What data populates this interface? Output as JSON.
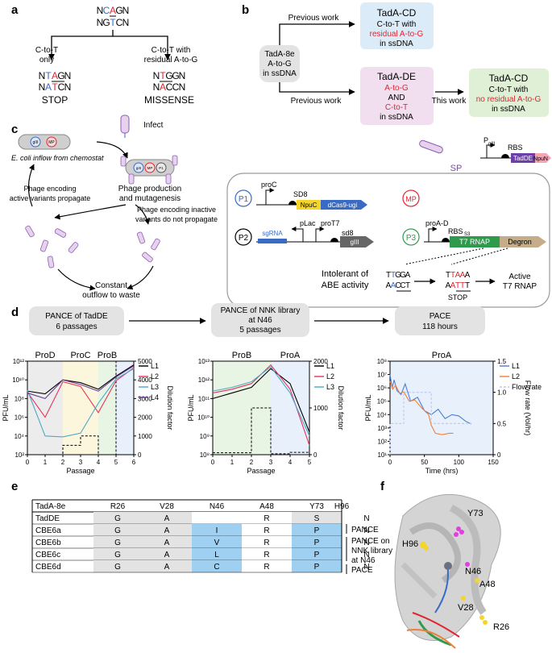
{
  "panels": {
    "a": {
      "letter": "a",
      "top_seq1": [
        "N",
        "C",
        "A",
        "G",
        "N"
      ],
      "top_seq2": [
        "N",
        "G",
        "T",
        "C",
        "N"
      ],
      "left_arrow_label": [
        "C-to-T",
        "only"
      ],
      "right_arrow_label": [
        "C-to-T with",
        "residual A-to-G"
      ],
      "left_seq1": [
        "N",
        "T",
        "A",
        "G",
        "N"
      ],
      "left_seq2": [
        "N",
        "A",
        "T",
        "C",
        "N"
      ],
      "right_seq1": [
        "N",
        "T",
        "G",
        "G",
        "N"
      ],
      "right_seq2": [
        "N",
        "A",
        "C",
        "C",
        "N"
      ],
      "left_outcome": "STOP",
      "right_outcome": "MISSENSE"
    },
    "b": {
      "letter": "b",
      "start_box": [
        "TadA-8e",
        "A-to-G",
        "in ssDNA"
      ],
      "arrow_top_label": "Previous work",
      "arrow_bottom_label": "Previous work",
      "arrow_right_label": "This work",
      "box_cd_top": {
        "title": "TadA-CD",
        "line1": "C-to-T with",
        "line2": "residual A-to-G",
        "line3": "in ssDNA"
      },
      "box_de": {
        "title": "TadA-DE",
        "line1": "A-to-G",
        "line2": "AND",
        "line3": "C-to-T",
        "line4": "in ssDNA"
      },
      "box_cd_new": {
        "title": "TadA-CD",
        "line1": "C-to-T with",
        "line2": "no residual A-to-G",
        "line3": "in ssDNA"
      }
    },
    "c": {
      "letter": "c",
      "infect": "Infect",
      "ecoli_inflow": "E. coli inflow from chemostat",
      "phage_production": [
        "Phage production",
        "and mutagenesis"
      ],
      "active_variants": [
        "Phage encoding",
        "active variants propagate"
      ],
      "inactive_variants": [
        "Phage encoding inactive",
        "variants do not propagate"
      ],
      "outflow": [
        "Constant",
        "outflow to waste"
      ],
      "plasmid_labels": [
        "gIII",
        "MP",
        "P1",
        "P2"
      ],
      "sp_label": "SP",
      "sp_promoter": "P",
      "sp_promoter_sub": "gIII",
      "sp_rbs": "RBS",
      "sp_gene1": "TadDE",
      "sp_gene2": "NpuN",
      "p1": "P1",
      "p1_promoter": "proC",
      "p1_sd": "SD8",
      "p1_gene1": "NpuC",
      "p1_gene2": "dCas9-ugi",
      "mp": "MP",
      "p2": "P2",
      "p2_gene1": "sgRNA",
      "p2_prom1": "pLac",
      "p2_prom2": "proT7",
      "p2_sd": "sd8",
      "p2_gene2": "gIII",
      "p3": "P3",
      "p3_promoter": "proA-D",
      "p3_rbs": "RBS",
      "p3_rbs_sub": "S3",
      "p3_gene1": "T7 RNAP",
      "p3_gene2": "Degron",
      "intolerant": [
        "Intolerant of",
        "ABE activity"
      ],
      "seq_before_top": [
        "T",
        "T",
        "G",
        "G",
        "A"
      ],
      "seq_before_bot": [
        "A",
        "A",
        "C",
        "C",
        "T"
      ],
      "seq_after_top": [
        "T",
        "T",
        "A",
        "A",
        "A"
      ],
      "seq_after_bot": [
        "A",
        "A",
        "T",
        "T",
        "T"
      ],
      "stop": "STOP",
      "active_t7": [
        "Active",
        "T7 RNAP"
      ]
    },
    "d": {
      "letter": "d",
      "step1": [
        "PANCE of TadDE",
        "6 passages"
      ],
      "step2": [
        "PANCE of NNK library",
        "at N46",
        "5 passages"
      ],
      "step3": "PACE",
      "step3_sub": "118 hours"
    },
    "e": {
      "letter": "e",
      "headers": [
        "TadA-8e",
        "R26",
        "V28",
        "N46",
        "A48",
        "Y73",
        "H96"
      ],
      "rows": [
        [
          "TadDE",
          "G",
          "A",
          "",
          "R",
          "S",
          "N"
        ],
        [
          "CBE6a",
          "G",
          "A",
          "I",
          "R",
          "P",
          "N"
        ],
        [
          "CBE6b",
          "G",
          "A",
          "V",
          "R",
          "P",
          "N"
        ],
        [
          "CBE6c",
          "G",
          "A",
          "L",
          "R",
          "P",
          "N"
        ],
        [
          "CBE6d",
          "G",
          "A",
          "C",
          "R",
          "P",
          "N"
        ]
      ],
      "groups": [
        "PANCE",
        "PANCE on",
        "NNK library",
        "at N46",
        "PACE"
      ]
    },
    "f": {
      "letter": "f",
      "residue_labels": [
        "Y73",
        "H96",
        "N46",
        "A48",
        "V28",
        "R26"
      ]
    }
  },
  "chart_data": [
    {
      "type": "line",
      "region_labels": [
        "ProD",
        "ProC",
        "ProB"
      ],
      "x": [
        0,
        1,
        2,
        3,
        4,
        5,
        6
      ],
      "xticks": [
        "0",
        "1",
        "2",
        "3",
        "4",
        "5",
        "6"
      ],
      "xlabel": "Passage",
      "ylabel": "PFU/mL",
      "yscale": "log",
      "ylim_exp": [
        2,
        12
      ],
      "yticks": [
        "10²",
        "10⁴",
        "10⁶",
        "10⁸",
        "10¹⁰",
        "10¹²"
      ],
      "y2label": "Dilution factor",
      "y2lim": [
        0,
        5000
      ],
      "y2ticks": [
        "0",
        "1000",
        "2000",
        "3000",
        "4000",
        "5000"
      ],
      "series": [
        {
          "name": "L1",
          "color": "#000000",
          "log10_values": [
            8.8,
            8.5,
            10.0,
            9.7,
            9.0,
            10.4,
            11.6
          ]
        },
        {
          "name": "L2",
          "color": "#e8335a",
          "log10_values": [
            8.7,
            6.0,
            9.8,
            9.3,
            6.5,
            9.9,
            11.3
          ]
        },
        {
          "name": "L3",
          "color": "#4da8c9",
          "log10_values": [
            8.9,
            4.0,
            3.9,
            4.3,
            7.5,
            10.1,
            11.2
          ]
        },
        {
          "name": "L4",
          "color": "#6a3d9a",
          "log10_values": [
            8.6,
            8.0,
            10.0,
            9.5,
            8.8,
            10.3,
            11.5
          ]
        }
      ],
      "dilution": {
        "x": [
          0,
          1,
          2,
          2,
          3,
          3,
          4,
          4,
          5,
          5,
          6
        ],
        "values": [
          0,
          0,
          0,
          500,
          500,
          1000,
          1000,
          0,
          0,
          5000,
          5000
        ]
      }
    },
    {
      "type": "line",
      "region_labels": [
        "ProB",
        "ProA"
      ],
      "x": [
        0,
        1,
        2,
        3,
        4,
        5
      ],
      "xticks": [
        "0",
        "1",
        "2",
        "3",
        "4",
        "5"
      ],
      "xlabel": "Passage",
      "ylabel": "PFU/mL",
      "yscale": "log",
      "ylim_exp": [
        8,
        13
      ],
      "yticks": [
        "10⁸",
        "10⁹",
        "10¹⁰",
        "10¹¹",
        "10¹²",
        "10¹³"
      ],
      "y2label": "Dilution factor",
      "y2lim": [
        0,
        2000
      ],
      "y2ticks": [
        "0",
        "1000",
        "2000"
      ],
      "series": [
        {
          "name": "L1",
          "color": "#000000",
          "log10_values": [
            11.0,
            11.3,
            11.6,
            12.6,
            11.8,
            9.2
          ]
        },
        {
          "name": "L2",
          "color": "#e8335a",
          "log10_values": [
            11.3,
            11.5,
            11.8,
            12.8,
            11.5,
            8.5
          ]
        },
        {
          "name": "L3",
          "color": "#4da8c9",
          "log10_values": [
            11.4,
            11.6,
            11.9,
            12.7,
            11.3,
            9.0
          ]
        }
      ],
      "dilution": {
        "x": [
          0,
          2,
          2,
          3,
          3,
          4,
          4,
          5
        ],
        "values": [
          40,
          40,
          1000,
          1000,
          20,
          20,
          50,
          50
        ]
      }
    },
    {
      "type": "line",
      "region_labels": [
        "ProA"
      ],
      "xlabel": "Time (hrs)",
      "xticks": [
        "0",
        "50",
        "100",
        "150"
      ],
      "xlim": [
        0,
        150
      ],
      "ylabel": "PFU/mL",
      "yscale": "log",
      "ylim_exp": [
        1,
        8
      ],
      "yticks": [
        "10¹",
        "10²",
        "10³",
        "10⁴",
        "10⁵",
        "10⁶",
        "10⁷",
        "10⁸"
      ],
      "y2label": "Flow rate (Vol/hr)",
      "y2lim": [
        0,
        1.5
      ],
      "y2ticks": [
        "0",
        "0.5",
        "1.0",
        "1.5"
      ],
      "series": [
        {
          "name": "L1",
          "color": "#4a7fd6",
          "x": [
            0,
            3,
            6,
            10,
            16,
            22,
            30,
            40,
            50,
            60,
            70,
            80,
            90,
            100,
            110,
            118
          ],
          "log10_values": [
            7.0,
            6.0,
            6.6,
            5.8,
            5.5,
            6.3,
            5.0,
            5.3,
            4.3,
            4.0,
            4.4,
            3.7,
            4.0,
            3.9,
            3.5,
            3.3
          ]
        },
        {
          "name": "L2",
          "color": "#f07e3a",
          "x": [
            0,
            4,
            8,
            14,
            20,
            28,
            36,
            46,
            56,
            60,
            66,
            76,
            86,
            92
          ],
          "log10_values": [
            6.5,
            5.9,
            6.2,
            5.6,
            5.7,
            5.0,
            5.1,
            4.5,
            4.0,
            3.2,
            2.6,
            2.5,
            2.6,
            2.6
          ]
        },
        {
          "name": "Flow rate",
          "color": "#b9c9ee",
          "dashed": true,
          "x": [
            0,
            0,
            20,
            20,
            60,
            60,
            118
          ],
          "y2_values": [
            0,
            0.5,
            0.5,
            1.0,
            1.0,
            0.5,
            0.5
          ]
        }
      ]
    }
  ],
  "colors": {
    "red": "#e0262f",
    "blue": "#3a6bc4",
    "region_green": "#e9f5e4",
    "region_blue": "#e8f1fb",
    "region_yellow": "#fbf6dc",
    "region_grey": "#ececec"
  }
}
